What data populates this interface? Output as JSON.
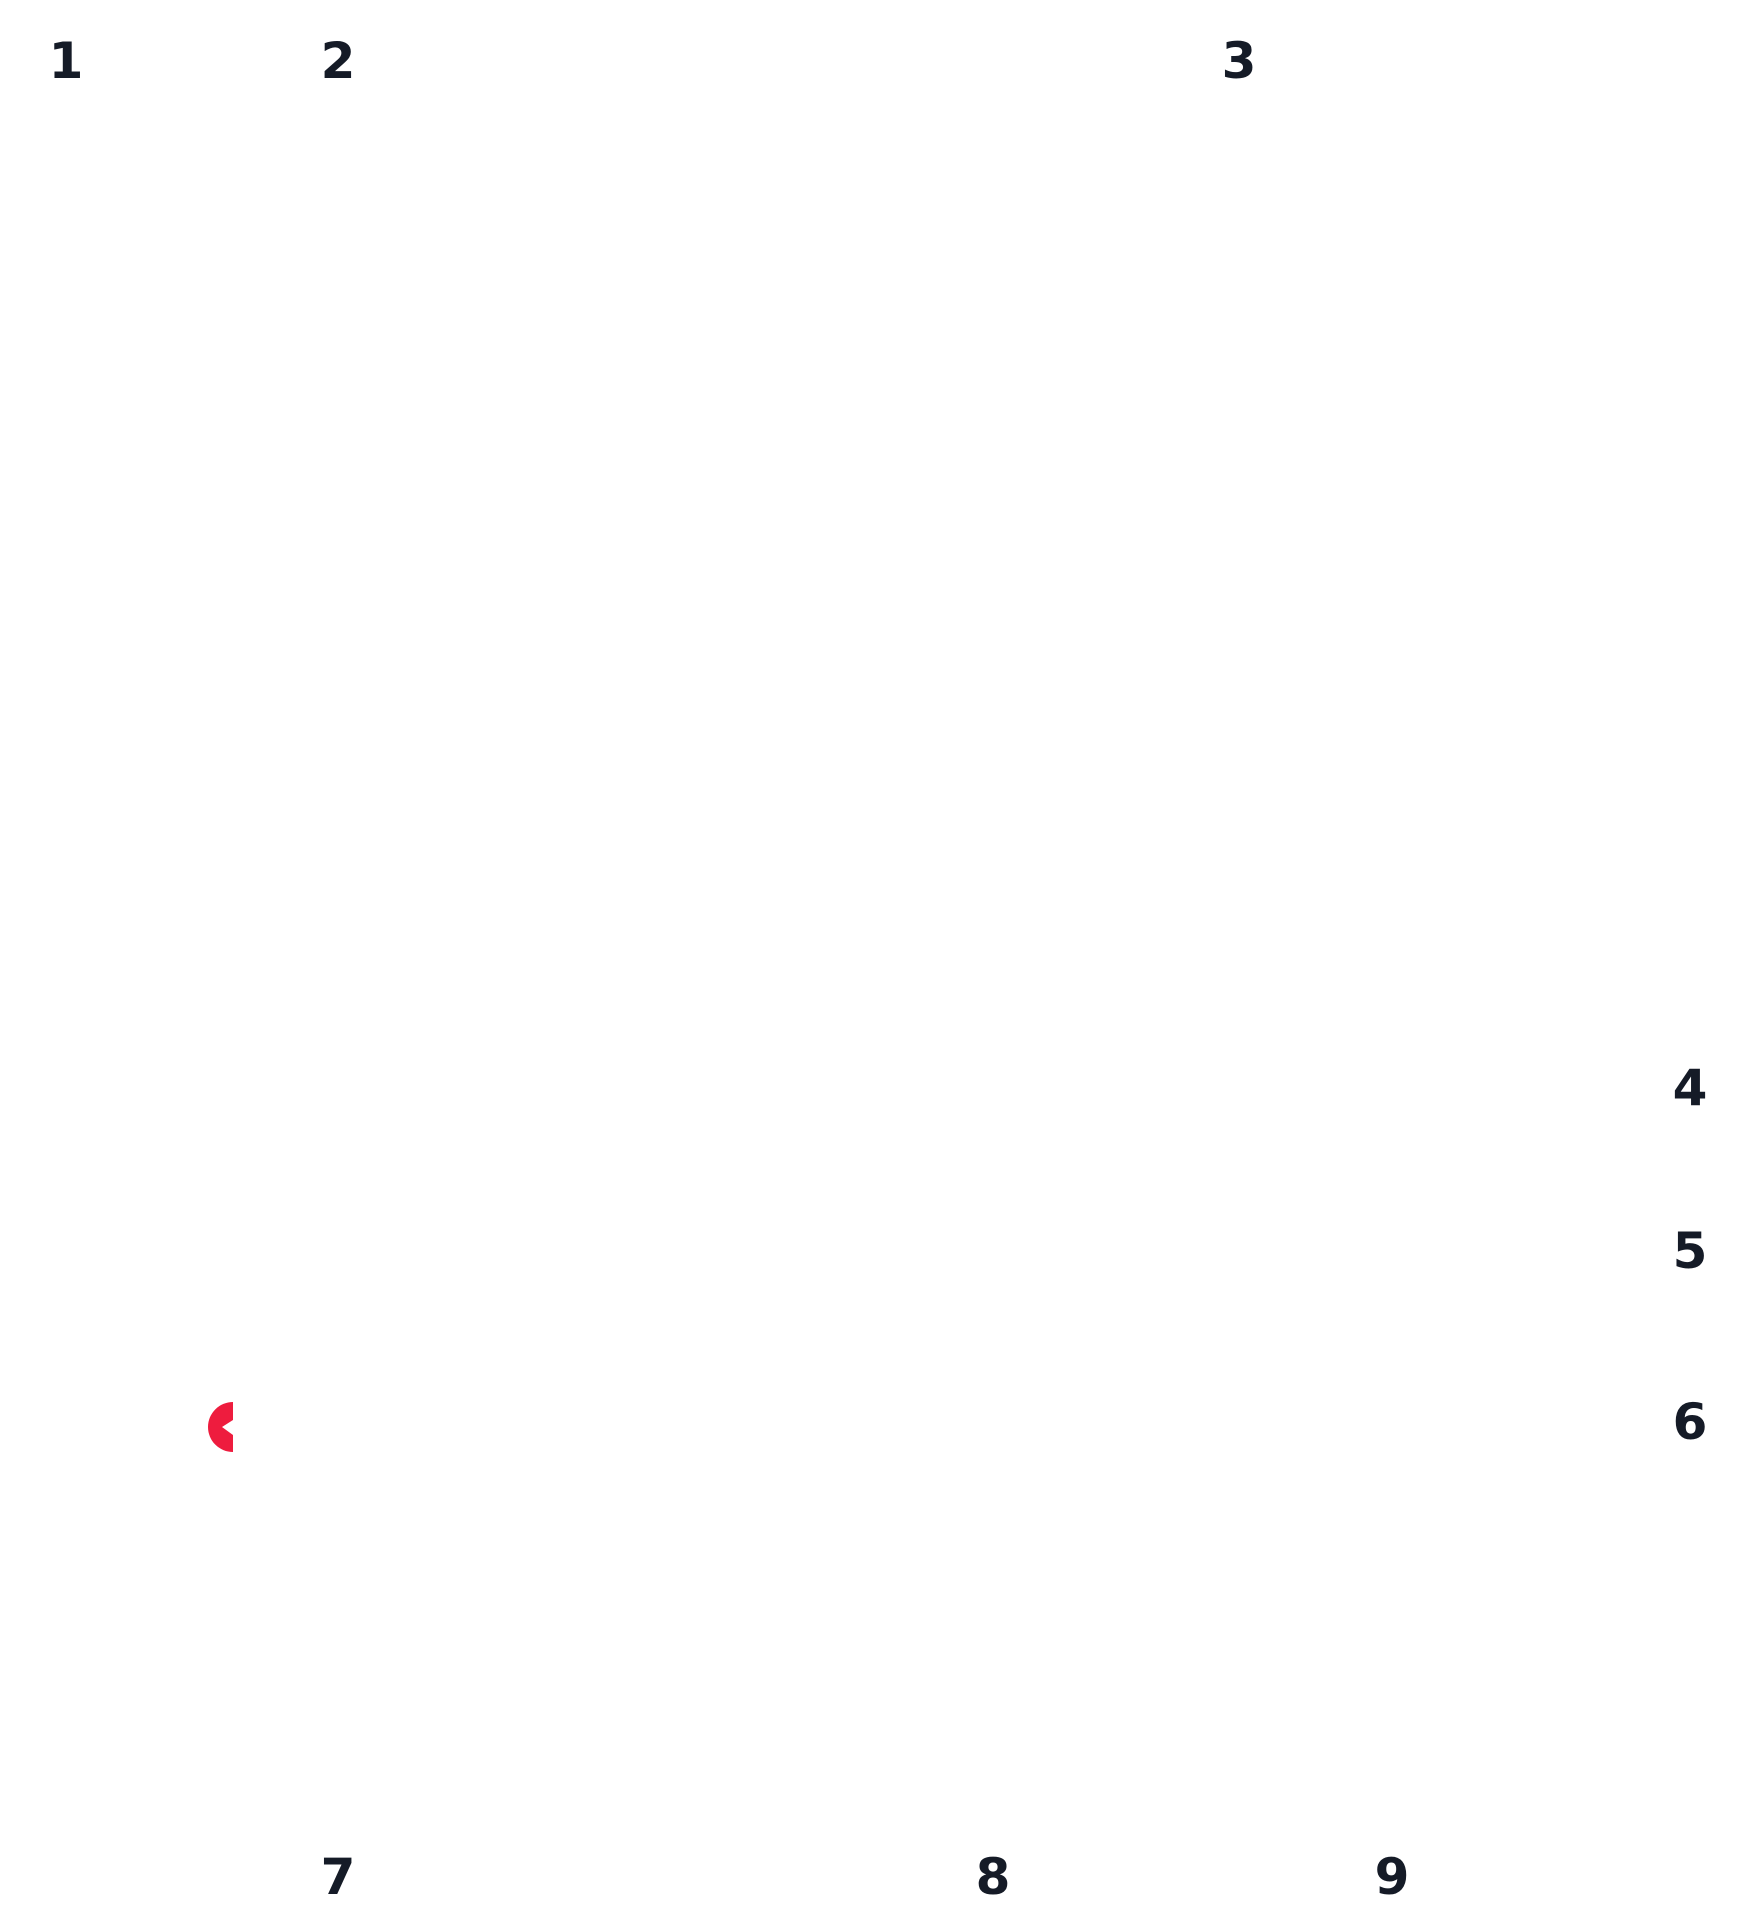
{
  "labels": [
    "1",
    "2",
    "3",
    "4",
    "5",
    "6",
    "7",
    "8",
    "9"
  ],
  "marker": {
    "icon": "half-circle-marker-icon",
    "color": "#ee1c3e"
  }
}
